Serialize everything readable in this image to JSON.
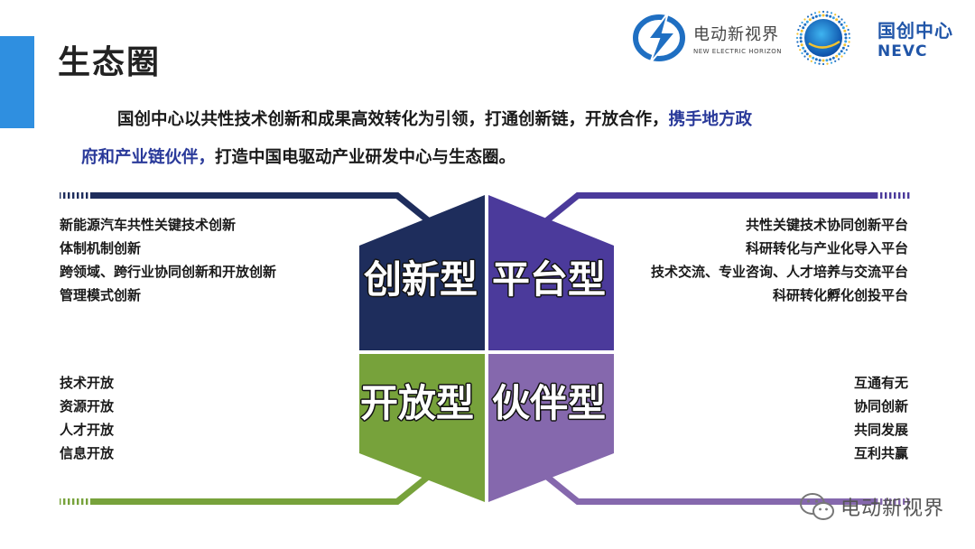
{
  "header": {
    "title": "生态圈"
  },
  "logos": {
    "brand1_cn": "电动新视界",
    "brand1_en": "NEW ELECTRIC HORIZON",
    "brand2_cn": "国创中心",
    "brand2_en": "NEVC"
  },
  "intro": {
    "line1_plain": "国创中心以共性技术创新和成果高效转化为引领，打通创新链，开放合作，",
    "line1_highlight": "携手地方政",
    "line2_highlight": "府和产业链伙伴，",
    "line2_plain": "打造中国电驱动产业研发中心与生态圈。"
  },
  "quadrants": {
    "innovation": {
      "label": "创新型",
      "color": "#1e2d5c"
    },
    "platform": {
      "label": "平台型",
      "color": "#4b3a9b"
    },
    "open": {
      "label": "开放型",
      "color": "#77a23b"
    },
    "partner": {
      "label": "伙伴型",
      "color": "#8568ad"
    }
  },
  "lists": {
    "innovation_items": [
      "新能源汽车共性关键技术创新",
      "体制机制创新",
      "跨领域、跨行业协同创新和开放创新",
      "管理模式创新"
    ],
    "platform_items": [
      "共性关键技术协同创新平台",
      "科研转化与产业化导入平台",
      "技术交流、专业咨询、人才培养与交流平台",
      "科研转化孵化创投平台"
    ],
    "open_items": [
      "技术开放",
      "资源开放",
      "人才开放",
      "信息开放"
    ],
    "partner_items": [
      "互通有无",
      "协同创新",
      "共同发展",
      "互利共赢"
    ]
  },
  "watermark": {
    "text": "电动新视界"
  }
}
